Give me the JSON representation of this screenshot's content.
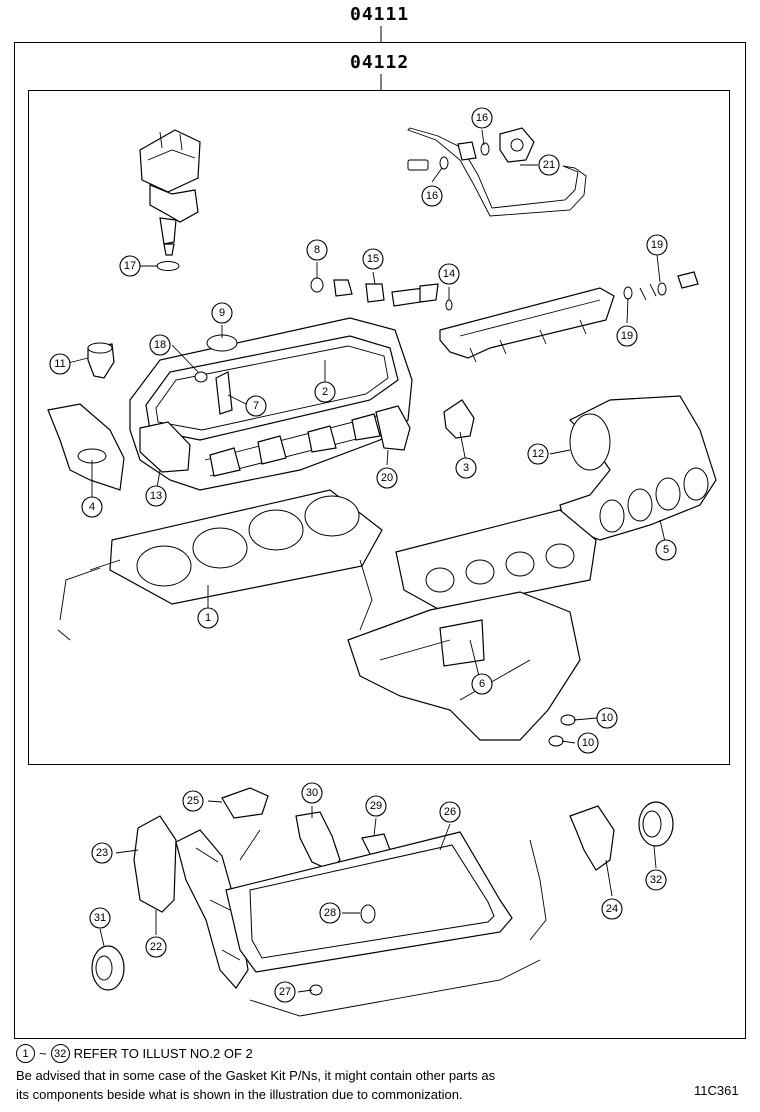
{
  "codes": {
    "outer": "04111",
    "inner": "04112"
  },
  "callouts": [
    "1",
    "2",
    "3",
    "4",
    "5",
    "6",
    "7",
    "8",
    "9",
    "10",
    "10",
    "11",
    "12",
    "13",
    "14",
    "15",
    "16",
    "16",
    "17",
    "18",
    "19",
    "19",
    "20",
    "21",
    "22",
    "23",
    "24",
    "25",
    "26",
    "27",
    "28",
    "29",
    "30",
    "31",
    "32"
  ],
  "footer": {
    "range_start": "1",
    "range_sep": "~",
    "range_end": "32",
    "refer_text": "REFER TO ILLUST NO.2 OF 2",
    "advisory_line1": "Be advised that in some case of the Gasket Kit P/Ns,  it might contain other parts as",
    "advisory_line2": "its components beside what is shown in the illustration due to commonization.",
    "illustration_code": "11C361"
  }
}
